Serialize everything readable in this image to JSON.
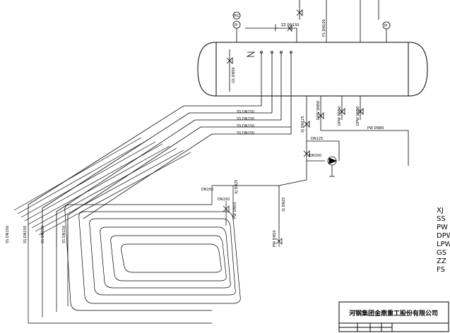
{
  "tank": {
    "left_label": "GS DN50",
    "top_labels": {
      "steam_in": "",
      "zz": "ZZ DN150",
      "fs": "FS DN100"
    },
    "instrument_pi": "PI",
    "instrument_pic": "PIC"
  },
  "pipes": {
    "coil_header": "",
    "ss_lines": [
      "SS DN150",
      "SS DN150",
      "SS DN150",
      "SS DN150"
    ],
    "xj_main": "XJ DN125",
    "dn125": "DN125",
    "dn100": "DN100",
    "dpw1": "DPW DN50",
    "dpw2": "DPW DN50",
    "dpw3": "DPW DN50",
    "pw_top": "PW DN80",
    "coil_dn150": "DN150",
    "coil_xj": "XJ DN25",
    "coil_dn150b": "DN150",
    "coil_pw": "PW DN50",
    "coil_xj2": "XJ DN25",
    "pw_bottom": "PW DN50",
    "left_ss": [
      "SS DN150",
      "SS DN150",
      "SS DN150",
      "SS DN150"
    ]
  },
  "annotations": {
    "upper_coil": "",
    "lower_coil": ""
  },
  "legend": {
    "header": "",
    "rows": [
      {
        "zh": "",
        "code": "XJ"
      },
      {
        "zh": "",
        "code": "SS"
      },
      {
        "zh": "",
        "code": "PW"
      },
      {
        "zh": "",
        "code": "DPW"
      },
      {
        "zh": "",
        "code": "LPW"
      },
      {
        "zh": "",
        "code": "GS"
      },
      {
        "zh": "",
        "code": "ZZ"
      },
      {
        "zh": "",
        "code": "FS"
      }
    ]
  },
  "title_block": {
    "company": "河钢集团金鼎重工股份有限公司",
    "cell_label": ""
  }
}
